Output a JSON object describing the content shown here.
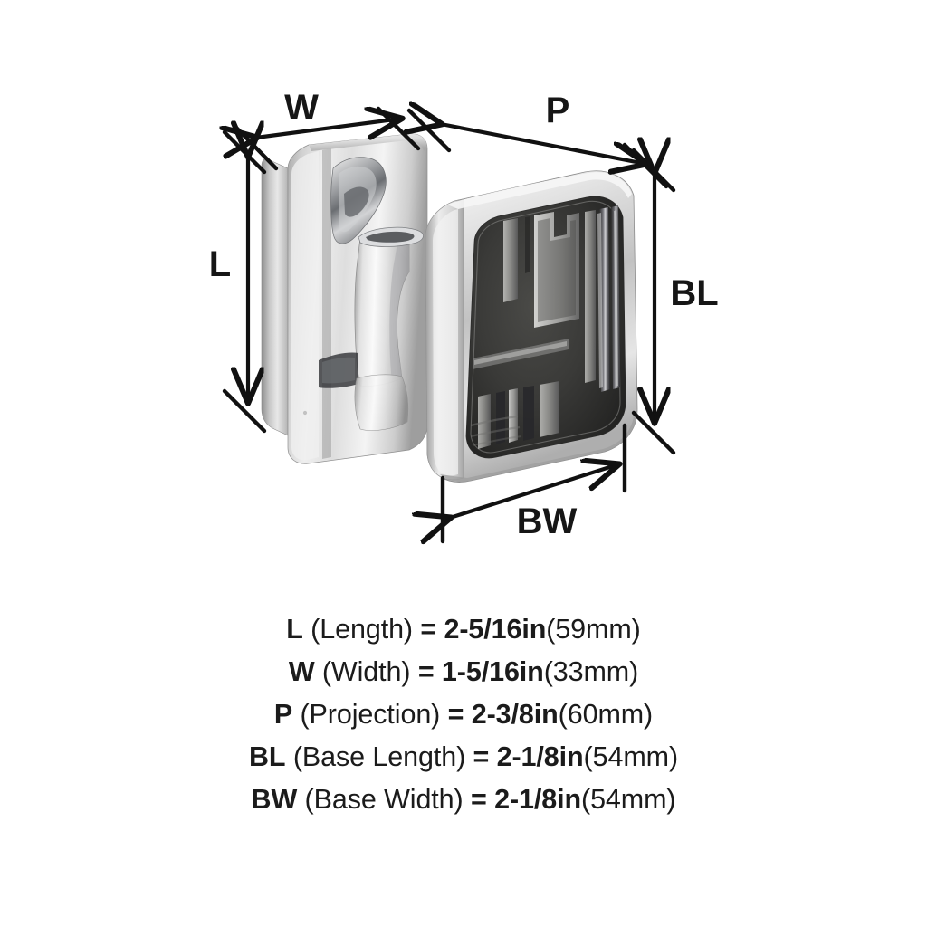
{
  "product": {
    "type": "robe-hook",
    "finish": "polished chrome",
    "view": "three-quarter exploded dimension view"
  },
  "diagram": {
    "labels": [
      {
        "key": "W",
        "text": "W",
        "meaning": "Width"
      },
      {
        "key": "P",
        "text": "P",
        "meaning": "Projection"
      },
      {
        "key": "L",
        "text": "L",
        "meaning": "Length"
      },
      {
        "key": "BL",
        "text": "BL",
        "meaning": "Base Length"
      },
      {
        "key": "BW",
        "text": "BW",
        "meaning": "Base Width"
      }
    ],
    "line_color": "#111111",
    "background": "#ffffff"
  },
  "specs": [
    {
      "abbr": "L",
      "name": " (Length)",
      "eq": " = ",
      "value": "2-5/16in",
      "metric": "(59mm)"
    },
    {
      "abbr": "W",
      "name": " (Width)",
      "eq": " = ",
      "value": "1-5/16in",
      "metric": "(33mm)"
    },
    {
      "abbr": "P",
      "name": " (Projection)",
      "eq": " = ",
      "value": "2-3/8in",
      "metric": "(60mm)"
    },
    {
      "abbr": "BL",
      "name": " (Base Length)",
      "eq": " = ",
      "value": "2-1/8in",
      "metric": "(54mm)"
    },
    {
      "abbr": "BW",
      "name": " (Base Width)",
      "eq": " = ",
      "value": "2-1/8in",
      "metric": "(54mm)"
    }
  ]
}
